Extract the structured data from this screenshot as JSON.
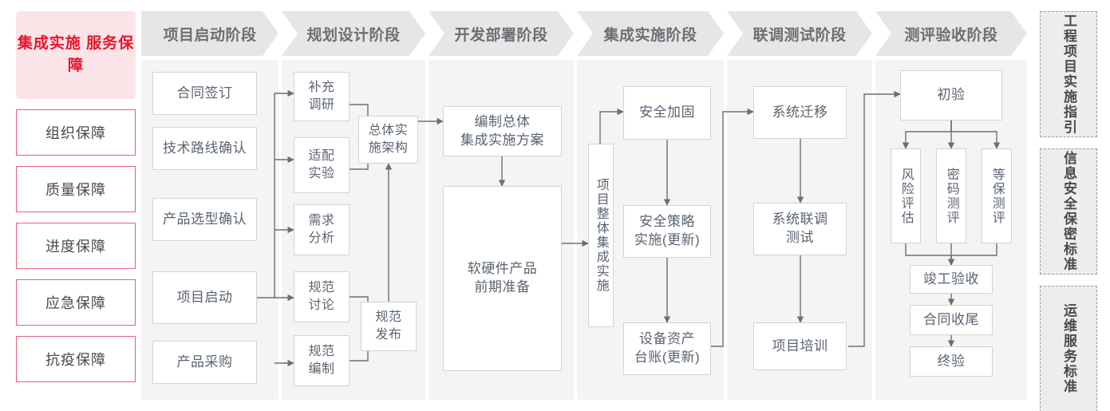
{
  "left_rail": {
    "title": "集成实施\n服务保障",
    "title_bg": "#fbe4e8",
    "title_color": "#e8152c",
    "item_border": "#e8607a",
    "items": [
      {
        "label": "组织保障"
      },
      {
        "label": "质量保障"
      },
      {
        "label": "进度保障"
      },
      {
        "label": "应急保障"
      },
      {
        "label": "抗疫保障"
      }
    ]
  },
  "phases": [
    {
      "id": "p1",
      "label": "项目启动阶段"
    },
    {
      "id": "p2",
      "label": "规划设计阶段"
    },
    {
      "id": "p3",
      "label": "开发部署阶段"
    },
    {
      "id": "p4",
      "label": "集成实施阶段"
    },
    {
      "id": "p5",
      "label": "联调测试阶段"
    },
    {
      "id": "p6",
      "label": "测评验收阶段"
    }
  ],
  "nodes": {
    "n1_1": "合同签订",
    "n1_2": "技术路线确认",
    "n1_3": "产品选型确认",
    "n1_4": "项目启动",
    "n1_5": "产品采购",
    "n2_1": "补充\n调研",
    "n2_2": "适配\n实验",
    "n2_3": "需求\n分析",
    "n2_4": "规范\n讨论",
    "n2_5": "规范\n编制",
    "n2_6": "总体实\n施架构",
    "n2_7": "规范\n发布",
    "n3_1": "编制总体\n集成实施方案",
    "n3_2": "软硬件产品\n前期准备",
    "n4_0": "项目整体集成实施",
    "n4_1": "安全加固",
    "n4_2": "安全策略\n实施(更新)",
    "n4_3": "设备资产\n台账(更新)",
    "n5_1": "系统迁移",
    "n5_2": "系统联调\n测试",
    "n5_3": "项目培训",
    "n6_1": "初验",
    "n6_2": "风险评估",
    "n6_3": "密码测评",
    "n6_4": "等保测评",
    "n6_5": "竣工验收",
    "n6_6": "合同收尾",
    "n6_7": "终验"
  },
  "right_rail": {
    "items": [
      {
        "label": "工程项目实施指引"
      },
      {
        "label": "信息安全保密标准"
      },
      {
        "label": "运维服务标准"
      }
    ]
  },
  "colors": {
    "column_bg": "#f4f4f4",
    "header_bg": "#e6e6e6",
    "header_text": "#6b6f74",
    "node_border": "#d3d3d3",
    "node_text": "#5a6472",
    "wire": "#6f6f6f",
    "accent_red": "#e8152c"
  }
}
